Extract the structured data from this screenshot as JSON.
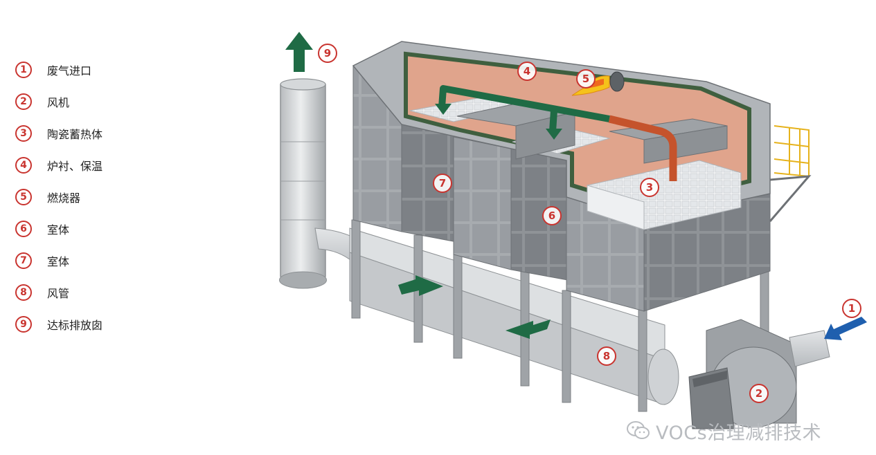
{
  "legend": [
    {
      "num": "1",
      "label": "废气进口"
    },
    {
      "num": "2",
      "label": "风机"
    },
    {
      "num": "3",
      "label": "陶瓷蓄热体"
    },
    {
      "num": "4",
      "label": "炉衬、保温"
    },
    {
      "num": "5",
      "label": "燃烧器"
    },
    {
      "num": "6",
      "label": "室体"
    },
    {
      "num": "7",
      "label": "室体"
    },
    {
      "num": "8",
      "label": "风管"
    },
    {
      "num": "9",
      "label": "达标排放囱"
    }
  ],
  "callouts": {
    "c1": "1",
    "c2": "2",
    "c3": "3",
    "c4": "4",
    "c5": "5",
    "c6": "6",
    "c7": "7",
    "c8": "8",
    "c9": "9"
  },
  "watermark": {
    "text": "VOCs治理减排技术",
    "icon": "wechat-icon"
  },
  "colors": {
    "accent_red": "#c9342f",
    "flow_green": "#1f6b45",
    "inlet_blue": "#1f5fae",
    "hot_flow": "#c5532c",
    "lining": "#e0a48c"
  }
}
